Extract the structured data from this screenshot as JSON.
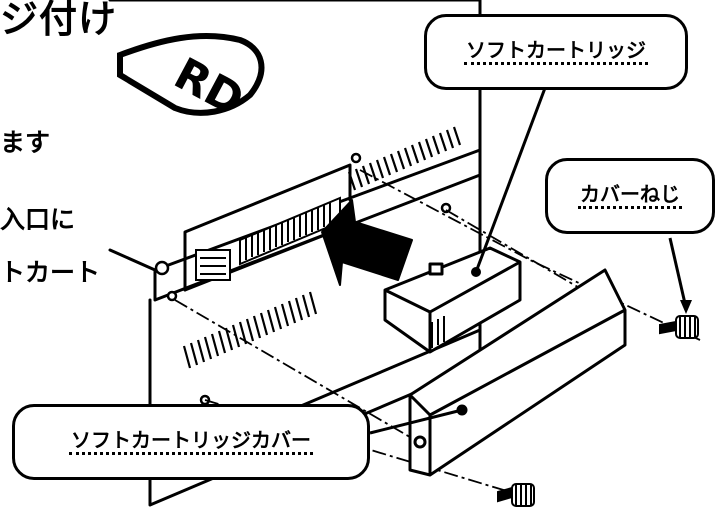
{
  "heading_fragment": "ジ付け",
  "left_text": {
    "line1": "ます",
    "line2": "入口に",
    "line3": "トカート"
  },
  "callouts": {
    "soft_cartridge": "ソフトカートリッジ",
    "cover_screw": "カバーねじ",
    "cartridge_cover": "ソフトカートリッジカバー"
  },
  "device_logo_text": "RD"
}
